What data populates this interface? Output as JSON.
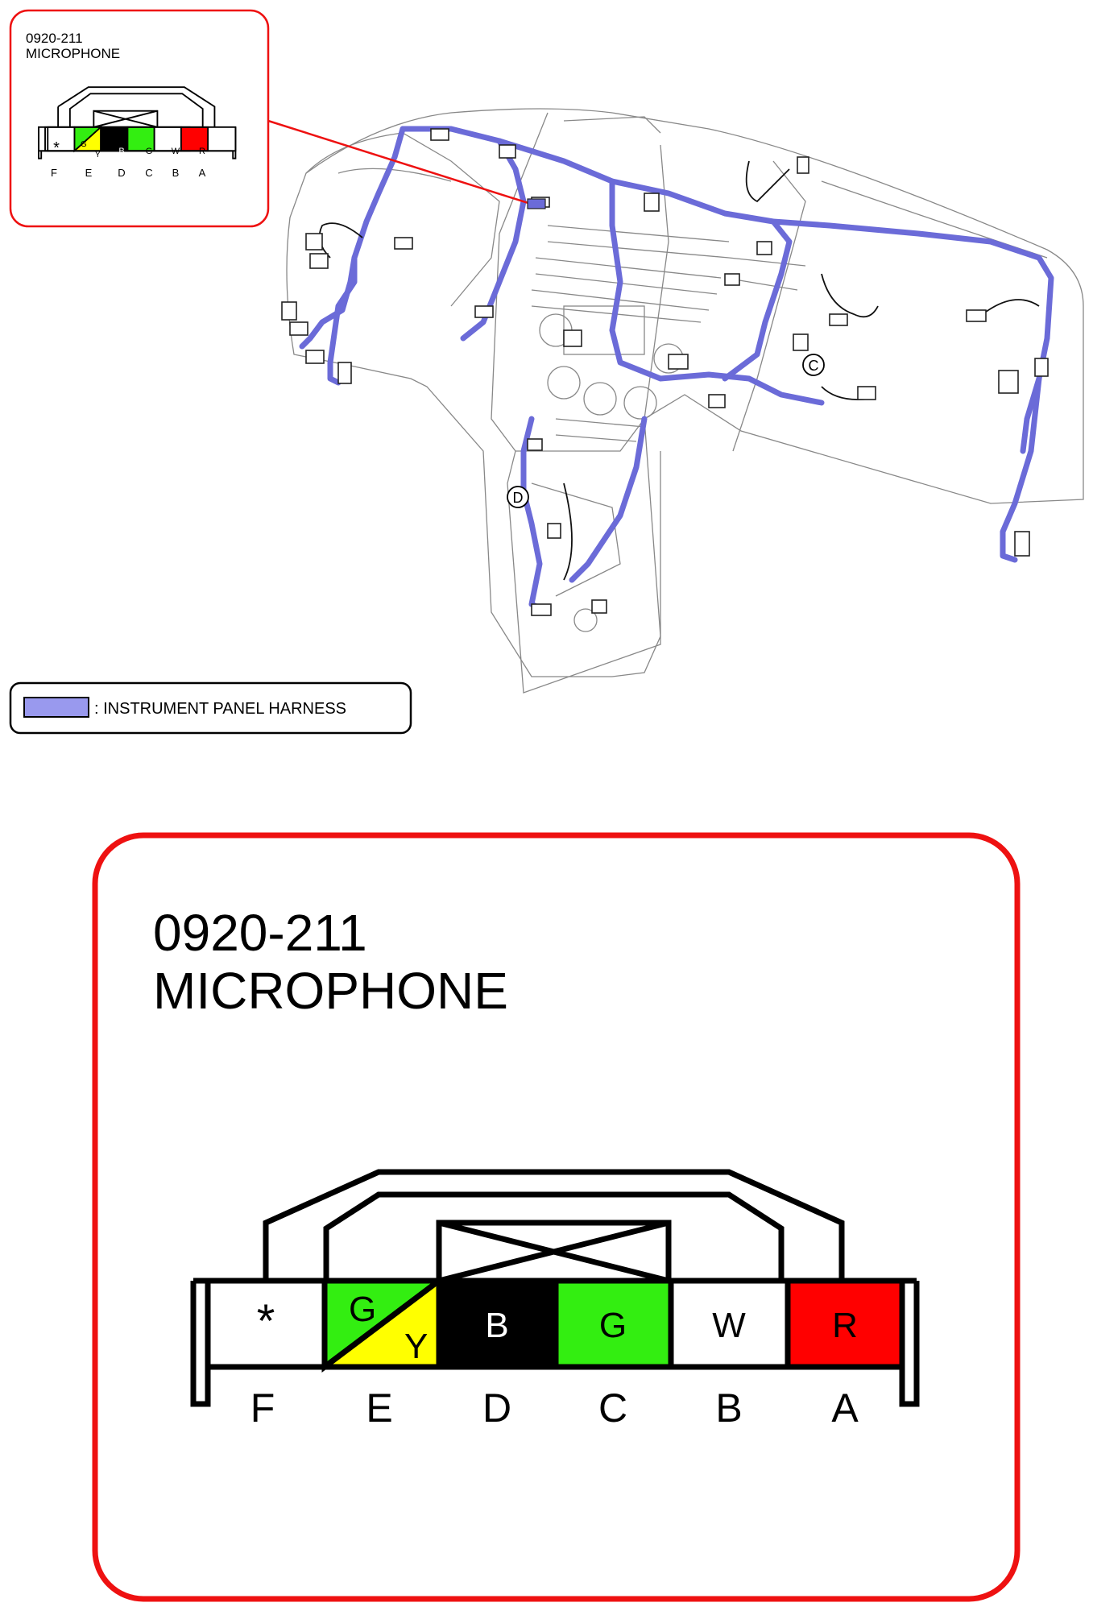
{
  "inset": {
    "code": "0920-211",
    "name": "MICROPHONE"
  },
  "connector": {
    "code": "0920-211",
    "name": "MICROPHONE",
    "not_used_symbol": "*",
    "pins": [
      {
        "letter": "F",
        "wire": "*",
        "color": "#ffffff",
        "unused": true
      },
      {
        "letter": "E",
        "wire_primary": "G",
        "wire_stripe": "Y",
        "color": "#33ee11",
        "stripe_color": "#ffff00"
      },
      {
        "letter": "D",
        "wire": "B",
        "color": "#000000",
        "text_color": "#ffffff"
      },
      {
        "letter": "C",
        "wire": "G",
        "color": "#33ee11",
        "text_color": "#000000"
      },
      {
        "letter": "B",
        "wire": "W",
        "color": "#ffffff",
        "text_color": "#000000"
      },
      {
        "letter": "A",
        "wire": "R",
        "color": "#ff0000",
        "text_color": "#000000"
      }
    ]
  },
  "legend": {
    "label": ": INSTRUMENT PANEL HARNESS",
    "swatch_color": "#9999ee"
  },
  "callouts": {
    "c": "C",
    "d": "D"
  },
  "colors": {
    "frame_red": "#ee1111",
    "harness": "#9999ee"
  }
}
